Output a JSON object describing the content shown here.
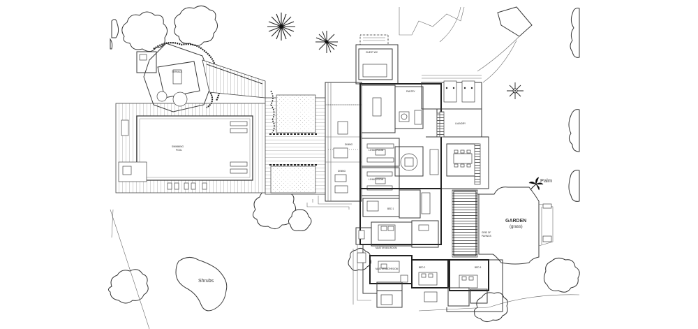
{
  "labels": {
    "garden": "GARDEN",
    "garden_sub": "(grass)",
    "palm": "Palm",
    "shrubs": "Shrubs"
  }
}
